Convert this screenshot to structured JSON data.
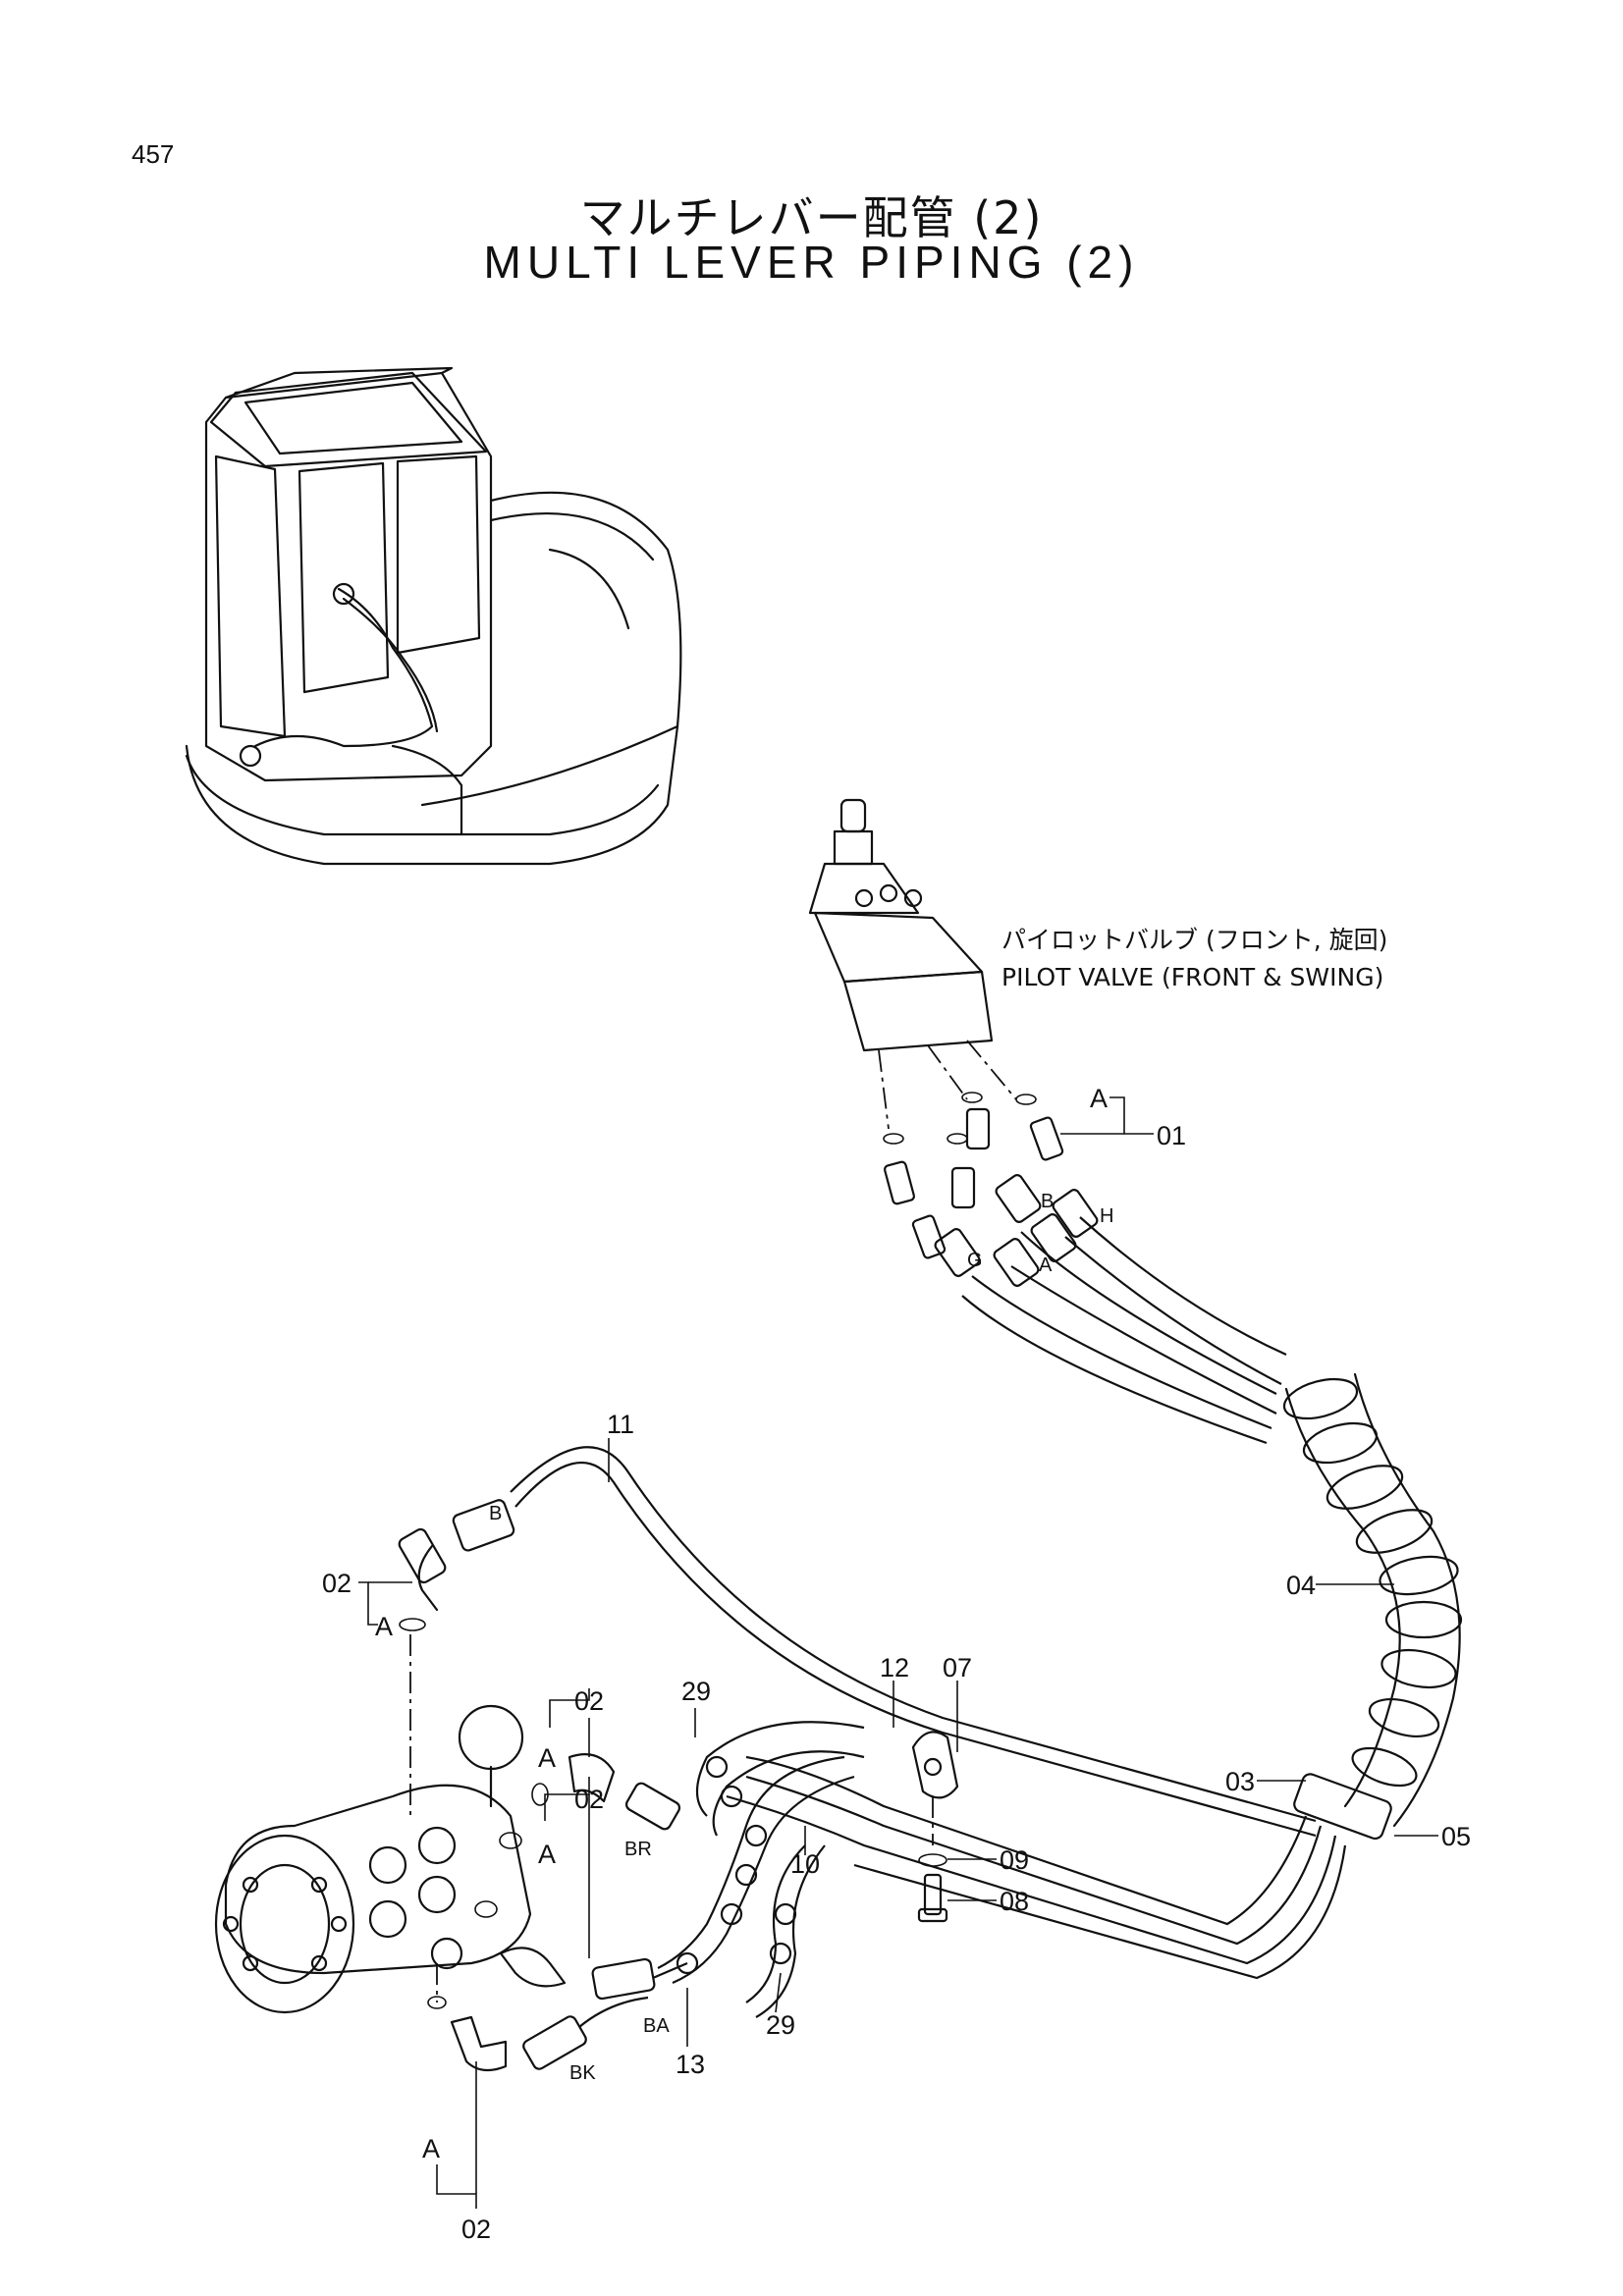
{
  "page_number": "457",
  "title_jp": "マルチレバー配管 (2)",
  "title_en": "MULTI LEVER PIPING (2)",
  "pilot_valve": {
    "caption_jp": "パイロットバルブ (フロント, 旋回)",
    "caption_en": "PILOT VALVE (FRONT & SWING)"
  },
  "callouts": {
    "p01": "01",
    "p02_top": "02",
    "p02_mid1": "02",
    "p02_mid2": "02",
    "p02_bottom": "02",
    "p03": "03",
    "p04": "04",
    "p05": "05",
    "p07": "07",
    "p08": "08",
    "p09": "09",
    "p10": "10",
    "p11": "11",
    "p12": "12",
    "p13": "13",
    "p29_top": "29",
    "p29_bottom": "29"
  },
  "port_labels": {
    "a_top": "A",
    "a_left": "A",
    "a_mid1": "A",
    "a_mid2": "A",
    "a_bottom": "A",
    "hose_b": "B",
    "hose_h": "H",
    "hose_g": "G",
    "hose_a": "A",
    "hose_b_left": "B",
    "br": "BR",
    "ba": "BA",
    "bk": "BK"
  }
}
